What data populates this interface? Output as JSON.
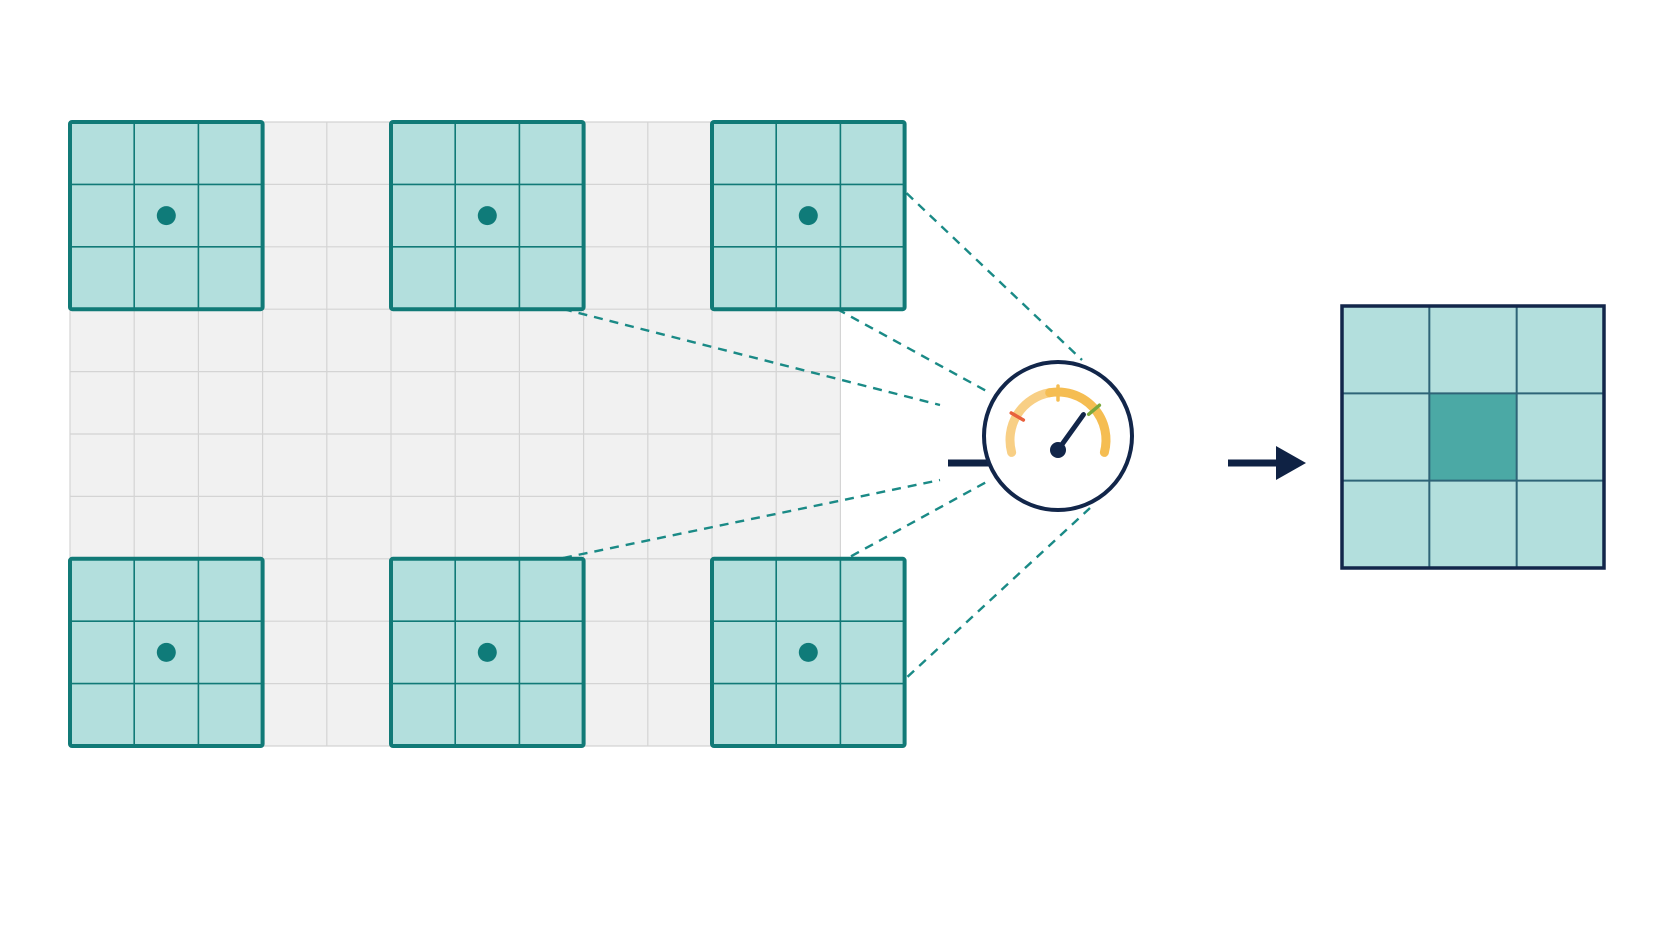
{
  "diagram": {
    "input_grid": {
      "rows": 10,
      "cols": 12
    },
    "sampled_patches": [
      {
        "row": 0,
        "col": 0
      },
      {
        "row": 0,
        "col": 5
      },
      {
        "row": 0,
        "col": 10
      },
      {
        "row": 7,
        "col": 0
      },
      {
        "row": 7,
        "col": 5
      },
      {
        "row": 7,
        "col": 10
      }
    ],
    "patch_size": 3,
    "operator_icon": "gauge-icon",
    "output_grid": {
      "rows": 3,
      "cols": 3,
      "highlight": {
        "row": 1,
        "col": 1
      }
    },
    "colors": {
      "patch_fill": "#b3dfdd",
      "patch_border": "#117a77",
      "center_dot": "#0f7b79",
      "grid_fill": "#f1f1f1",
      "grid_line": "#d4d4d4",
      "dashed_line": "#1a8a86",
      "arrow": "#0f2244",
      "output_border": "#12264a",
      "output_fill": "#b3dfdd",
      "output_highlight": "#4ba9a5",
      "output_line": "#2e6477",
      "gauge_outline": "#12264a",
      "gauge_arc": "#f5bd52",
      "gauge_arc_light": "#f8cf85",
      "gauge_red": "#e8603c",
      "gauge_green": "#7aa83c",
      "gauge_needle": "#12264a"
    }
  }
}
